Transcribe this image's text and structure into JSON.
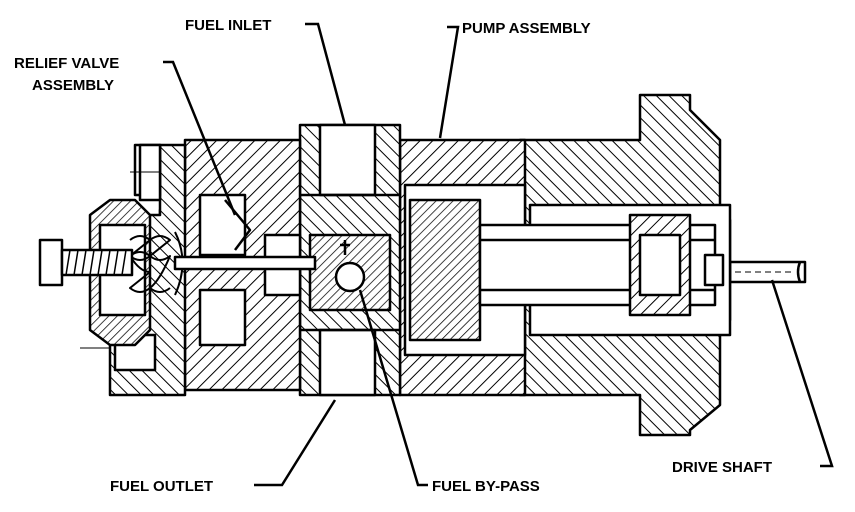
{
  "labels": {
    "fuel_inlet": "FUEL INLET",
    "pump_assembly": "PUMP ASSEMBLY",
    "relief_valve_1": "RELIEF VALVE",
    "relief_valve_2": "ASSEMBLY",
    "fuel_outlet": "FUEL OUTLET",
    "fuel_bypass": "FUEL BY-PASS",
    "drive_shaft": "DRIVE SHAFT"
  }
}
